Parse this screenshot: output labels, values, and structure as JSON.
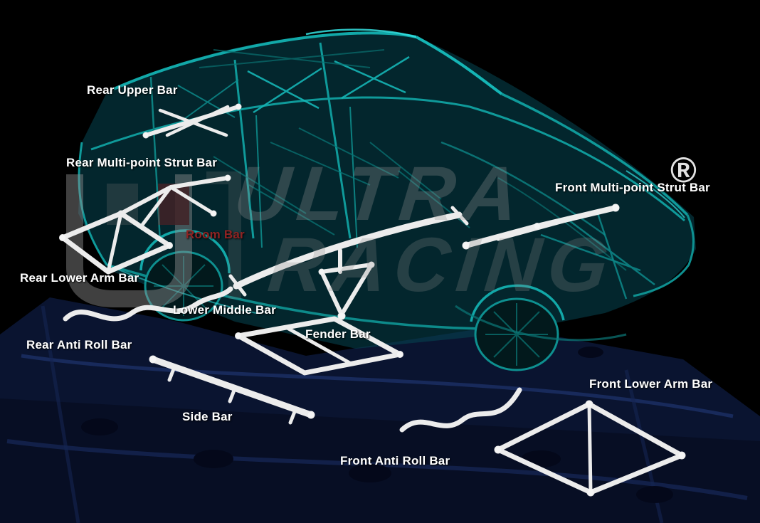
{
  "title": "Ultra Racing chassis reinforcement bars diagram",
  "colors": {
    "background": "#000000",
    "label_default": "#ffffff",
    "label_room_bar": "#8e2323",
    "car_wireframe_teal": "#0f9a9a",
    "bar_white": "#ececec",
    "platform_navy": "#0a1430",
    "watermark_gray": "#949494"
  },
  "watermark": {
    "line1": "ULTRA",
    "line2": "RACING",
    "registered_mark": "®"
  },
  "labels": [
    {
      "id": "rear-upper-bar",
      "text": "Rear Upper Bar"
    },
    {
      "id": "rear-multi-point-strut-bar",
      "text": "Rear Multi-point Strut Bar"
    },
    {
      "id": "front-multi-point-strut-bar",
      "text": "Front Multi-point Strut Bar"
    },
    {
      "id": "room-bar",
      "text": "Room Bar"
    },
    {
      "id": "rear-lower-arm-bar",
      "text": "Rear Lower Arm Bar"
    },
    {
      "id": "lower-middle-bar",
      "text": "Lower Middle Bar"
    },
    {
      "id": "rear-anti-roll-bar",
      "text": "Rear Anti Roll Bar"
    },
    {
      "id": "fender-bar",
      "text": "Fender Bar"
    },
    {
      "id": "side-bar",
      "text": "Side Bar"
    },
    {
      "id": "front-lower-arm-bar",
      "text": "Front Lower Arm Bar"
    },
    {
      "id": "front-anti-roll-bar",
      "text": "Front Anti Roll Bar"
    }
  ]
}
